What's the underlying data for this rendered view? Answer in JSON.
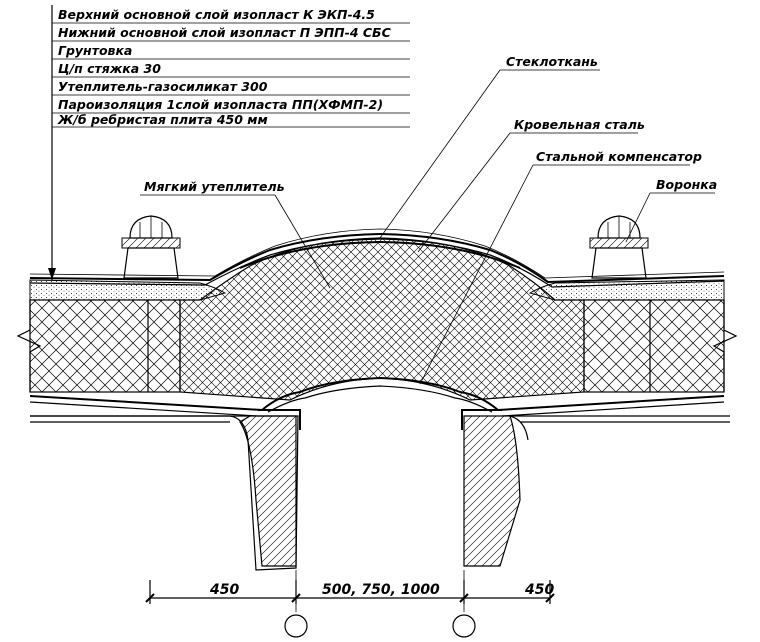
{
  "layers": [
    "Верхний основной слой изопласт К ЭКП-4.5",
    "Нижний основной слой изопласт П ЭПП-4 СБС",
    "Грунтовка",
    "Ц/п стяжка 30",
    "Утеплитель-газосиликат 300",
    "Пароизоляция 1слой изопласта ПП(ХФМП-2)",
    "Ж/б ребристая плита 450 мм"
  ],
  "callouts": {
    "fiberglass": "Стеклоткань",
    "roofing_steel": "Кровельная сталь",
    "steel_compensator": "Стальной компенсатор",
    "soft_insulation": "Мягкий утеплитель",
    "funnel": "Воронка"
  },
  "dimensions": {
    "left": "450",
    "middle": "500, 750, 1000",
    "right": "450"
  }
}
